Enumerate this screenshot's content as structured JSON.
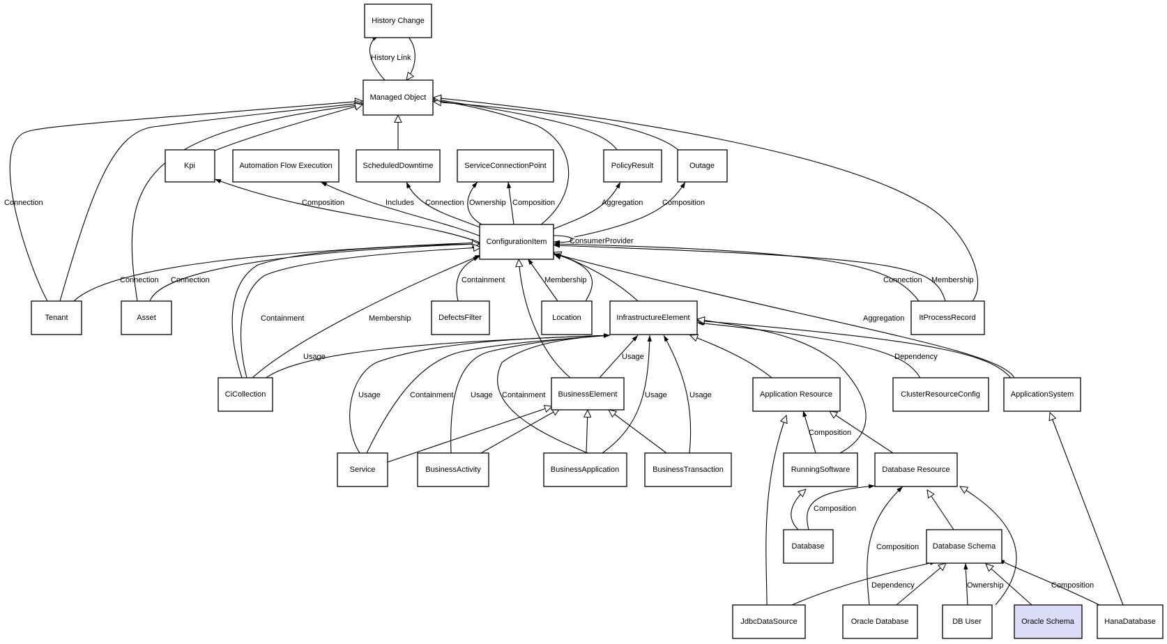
{
  "nodes": {
    "history_change": "History Change",
    "managed_object": "Managed Object",
    "kpi": "Kpi",
    "automation_flow_execution": "Automation Flow Execution",
    "scheduled_downtime": "ScheduledDowntime",
    "service_connection_point": "ServiceConnectionPoint",
    "policy_result": "PolicyResult",
    "outage": "Outage",
    "configuration_item": "ConfigurationItem",
    "tenant": "Tenant",
    "asset": "Asset",
    "defects_filter": "DefectsFilter",
    "location": "Location",
    "infrastructure_element": "InfrastructureElement",
    "it_process_record": "ItProcessRecord",
    "ci_collection": "CiCollection",
    "business_element": "BusinessElement",
    "application_resource": "Application Resource",
    "cluster_resource_config": "ClusterResourceConfig",
    "application_system": "ApplicationSystem",
    "service": "Service",
    "business_activity": "BusinessActivity",
    "business_application": "BusinessApplication",
    "business_transaction": "BusinessTransaction",
    "running_software": "RunningSoftware",
    "database_resource": "Database Resource",
    "database": "Database",
    "database_schema": "Database Schema",
    "jdbc_data_source": "JdbcDataSource",
    "oracle_database": "Oracle Database",
    "db_user": "DB User",
    "oracle_schema": "Oracle Schema",
    "hana_database": "HanaDatabase"
  },
  "edges": {
    "history_link": "History Link",
    "connection": "Connection",
    "composition": "Composition",
    "includes": "Includes",
    "ownership": "Ownership",
    "aggregation": "Aggregation",
    "consumer_provider": "ConsumerProvider",
    "containment": "Containment",
    "membership": "Membership",
    "usage": "Usage",
    "dependency": "Dependency"
  },
  "colors": {
    "highlight_fill": "#dcdcf8",
    "stroke": "#000000",
    "background": "#ffffff"
  }
}
